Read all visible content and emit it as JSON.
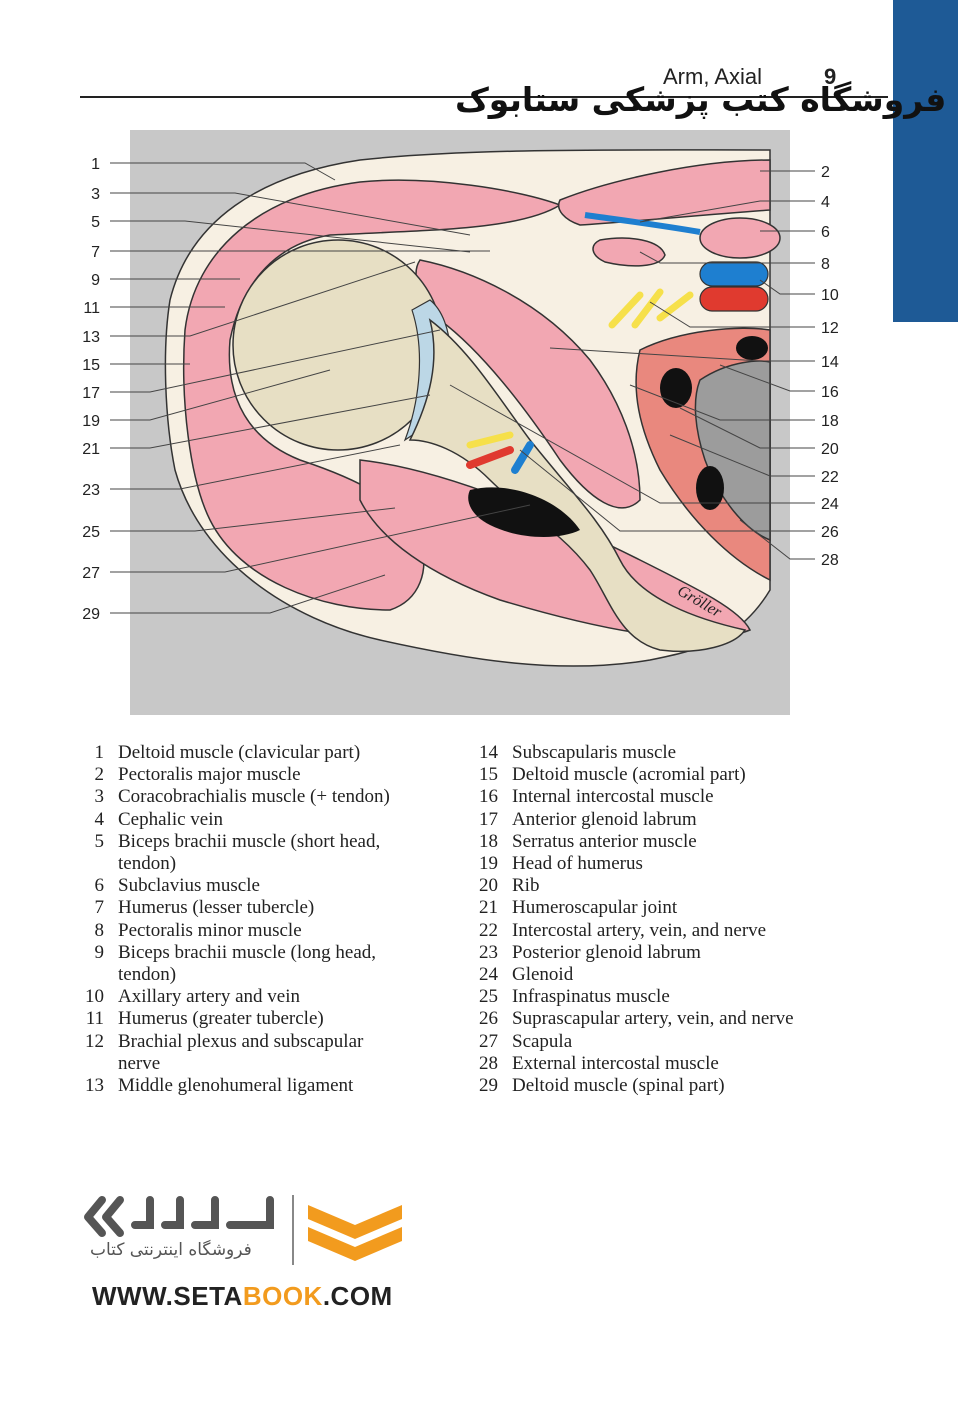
{
  "header": {
    "section_title": "Arm, Axial",
    "page_number": "9",
    "watermark": "فروشگاه کتب پزشکی ستابوک"
  },
  "colors": {
    "tab": "#1e5a96",
    "muscle": "#f2a7b2",
    "bone": "#e7dfc4",
    "background": "#c8c8c8",
    "artery": "#e03a2f",
    "vein": "#1e7fd0",
    "nerve": "#f6e04a"
  },
  "figure": {
    "left_labels": [
      "1",
      "3",
      "5",
      "7",
      "9",
      "11",
      "13",
      "15",
      "17",
      "19",
      "21",
      "23",
      "25",
      "27",
      "29"
    ],
    "right_labels": [
      "2",
      "4",
      "6",
      "8",
      "10",
      "12",
      "14",
      "16",
      "18",
      "20",
      "22",
      "24",
      "26",
      "28"
    ],
    "signature": "Gröller"
  },
  "legend": {
    "left": [
      {
        "num": "1",
        "text": "Deltoid muscle (clavicular part)"
      },
      {
        "num": "2",
        "text": "Pectoralis major muscle"
      },
      {
        "num": "3",
        "text": "Coracobrachialis muscle (+ tendon)"
      },
      {
        "num": "4",
        "text": "Cephalic vein"
      },
      {
        "num": "5",
        "text": "Biceps brachii muscle (short head,"
      },
      {
        "num": "",
        "text": "tendon)"
      },
      {
        "num": "6",
        "text": "Subclavius muscle"
      },
      {
        "num": "7",
        "text": "Humerus (lesser tubercle)"
      },
      {
        "num": "8",
        "text": "Pectoralis minor muscle"
      },
      {
        "num": "9",
        "text": "Biceps brachii muscle (long head,"
      },
      {
        "num": "",
        "text": "tendon)"
      },
      {
        "num": "10",
        "text": "Axillary artery and vein"
      },
      {
        "num": "11",
        "text": "Humerus (greater tubercle)"
      },
      {
        "num": "12",
        "text": "Brachial plexus and subscapular"
      },
      {
        "num": "",
        "text": "nerve"
      },
      {
        "num": "13",
        "text": "Middle glenohumeral ligament"
      }
    ],
    "right": [
      {
        "num": "14",
        "text": "Subscapularis muscle"
      },
      {
        "num": "15",
        "text": "Deltoid muscle (acromial part)"
      },
      {
        "num": "16",
        "text": "Internal intercostal muscle"
      },
      {
        "num": "17",
        "text": "Anterior glenoid labrum"
      },
      {
        "num": "18",
        "text": "Serratus anterior muscle"
      },
      {
        "num": "19",
        "text": "Head of humerus"
      },
      {
        "num": "20",
        "text": "Rib"
      },
      {
        "num": "21",
        "text": "Humeroscapular joint"
      },
      {
        "num": "22",
        "text": "Intercostal artery, vein, and nerve"
      },
      {
        "num": "23",
        "text": "Posterior glenoid labrum"
      },
      {
        "num": "24",
        "text": "Glenoid"
      },
      {
        "num": "25",
        "text": "Infraspinatus muscle"
      },
      {
        "num": "26",
        "text": "Suprascapular artery, vein, and nerve"
      },
      {
        "num": "27",
        "text": "Scapula"
      },
      {
        "num": "28",
        "text": "External intercostal muscle"
      },
      {
        "num": "29",
        "text": "Deltoid muscle (spinal part)"
      }
    ]
  },
  "logo": {
    "persian_text": "فروشگاه اینترنتی کتاب",
    "url_prefix": "WWW.SETA",
    "url_accent": "BOOK",
    "url_suffix": ".COM"
  }
}
